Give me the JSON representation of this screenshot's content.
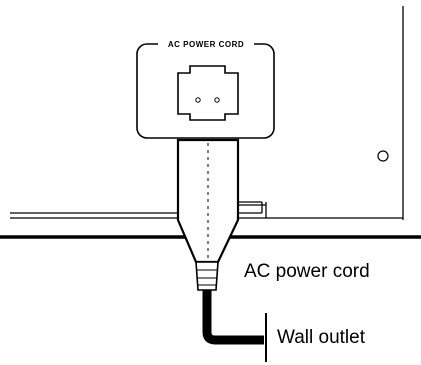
{
  "diagram": {
    "panel_label": "AC POWER CORD",
    "callouts": {
      "power_cord": "AC power cord",
      "wall_outlet": "Wall outlet"
    },
    "colors": {
      "line": "#000000",
      "background": "#ffffff"
    }
  }
}
